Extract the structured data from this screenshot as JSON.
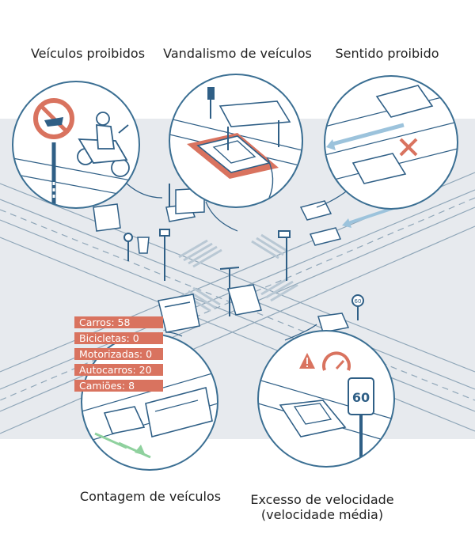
{
  "labels": {
    "prohibited_vehicles": "Veículos proibidos",
    "vehicle_vandalism": "Vandalismo de veículos",
    "wrong_way": "Sentido proibido",
    "vehicle_counting": "Contagem de veículos",
    "speeding_line1": "Excesso de velocidade",
    "speeding_line2": "(velocidade média)"
  },
  "counts": [
    {
      "text": "Carros: 58"
    },
    {
      "text": "Bicicletas: 0"
    },
    {
      "text": "Motorizadas: 0"
    },
    {
      "text": "Autocarros: 20"
    },
    {
      "text": "Camiões: 8"
    }
  ],
  "speed_sign_value": "60",
  "small_sign_value": "60",
  "colors": {
    "line": "#2f5f86",
    "circle_ring": "#3b6f93",
    "background_band": "#e7eaee",
    "accent": "#d9735f",
    "arrow": "#9cc3dc"
  }
}
